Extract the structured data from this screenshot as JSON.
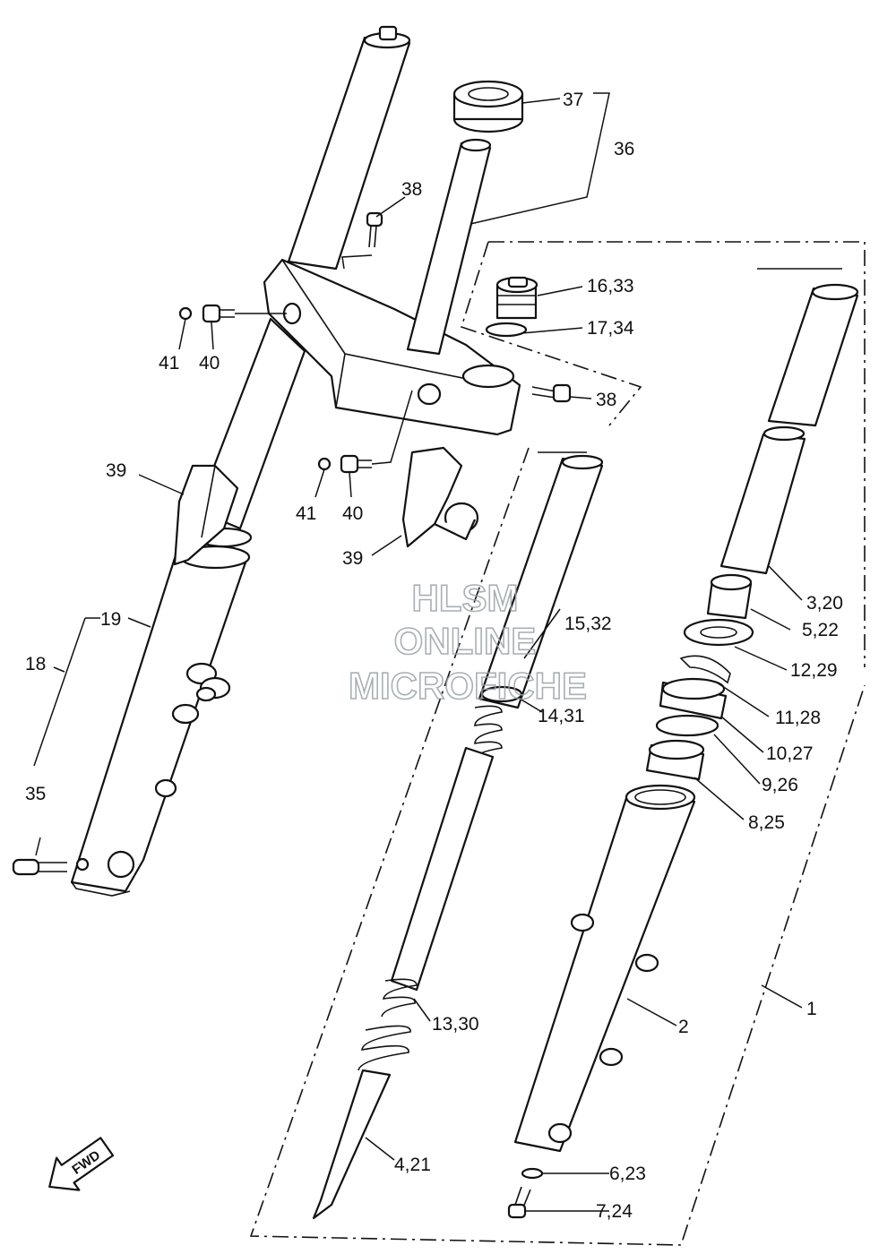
{
  "diagram": {
    "labels": {
      "l1": "1",
      "l2": "2",
      "l3_20": "3,20",
      "l4_21": "4,21",
      "l5_22": "5,22",
      "l6_23": "6,23",
      "l7_24": "7,24",
      "l8_25": "8,25",
      "l9_26": "9,26",
      "l10_27": "10,27",
      "l11_28": "11,28",
      "l12_29": "12,29",
      "l13_30": "13,30",
      "l14_31": "14,31",
      "l15_32": "15,32",
      "l16_33": "16,33",
      "l17_34": "17,34",
      "l18": "18",
      "l19": "19",
      "l35": "35",
      "l36": "36",
      "l37": "37",
      "l38a": "38",
      "l38b": "38",
      "l39a": "39",
      "l39b": "39",
      "l40a": "40",
      "l40b": "40",
      "l41a": "41",
      "l41b": "41"
    },
    "direction_badge": "FWD"
  },
  "watermark": {
    "line1": "HLSM",
    "line2": "ONLINE",
    "line3": "MICROFICHE"
  }
}
